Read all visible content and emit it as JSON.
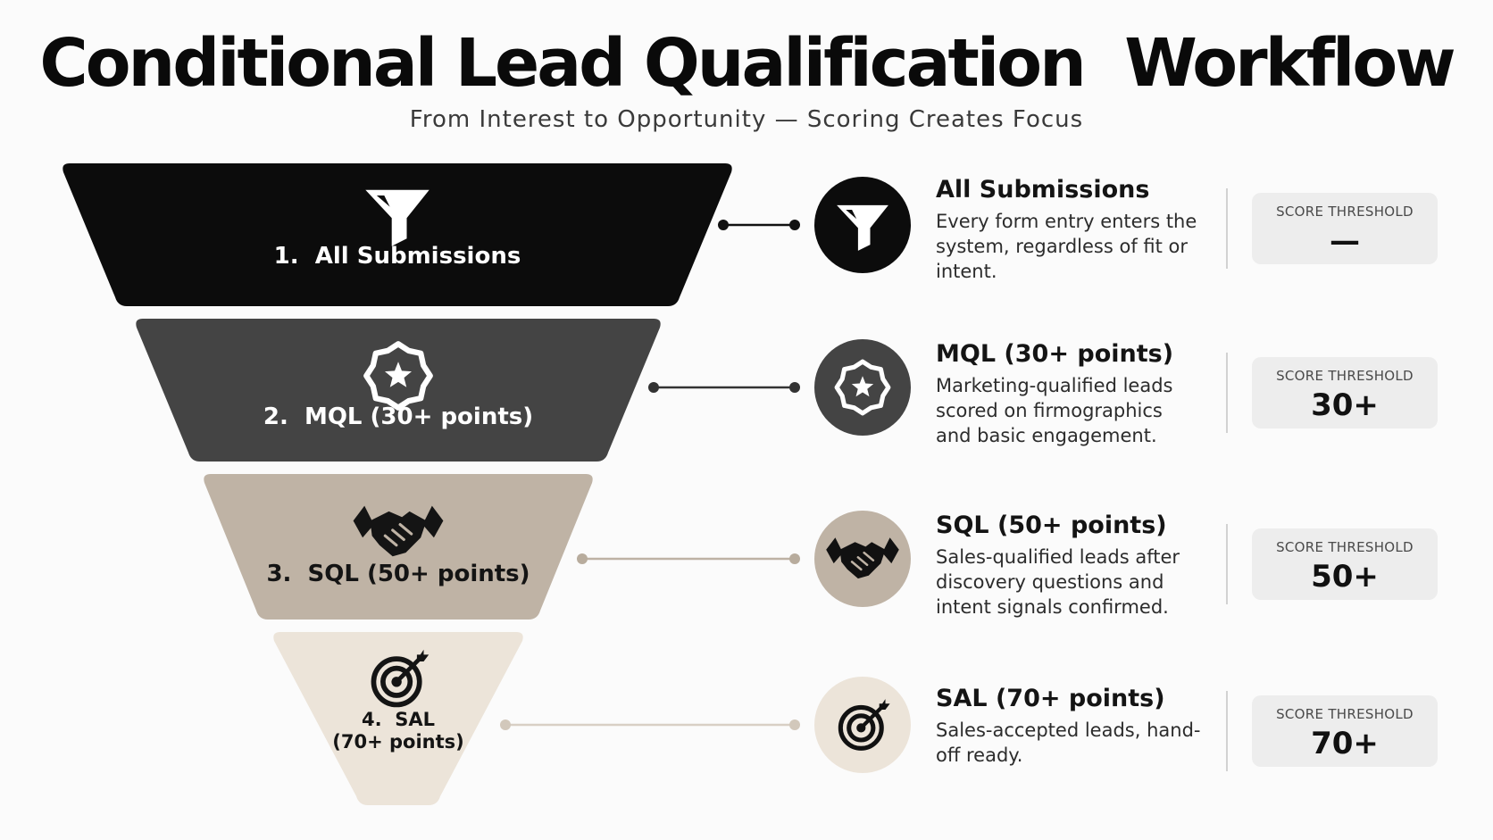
{
  "title": "Conditional Lead Qualification  Workflow",
  "subtitle": "From Interest to Opportunity  —  Scoring Creates Focus",
  "stages": [
    {
      "funnel_label": "1.  All Submissions",
      "icon": "funnel-icon",
      "color": "#0c0c0c",
      "text_color": "#ffffff",
      "title": "All Submissions",
      "description": "Every form entry enters the system, regardless of fit or intent.",
      "threshold_label": "SCORE THRESHOLD",
      "threshold_value": "—"
    },
    {
      "funnel_label": "2.  MQL (30+ points)",
      "icon": "badge-star-icon",
      "color": "#444444",
      "text_color": "#ffffff",
      "title": "MQL (30+ points)",
      "description": "Marketing-qualified leads scored on firmographics and basic engagement.",
      "threshold_label": "SCORE THRESHOLD",
      "threshold_value": "30+"
    },
    {
      "funnel_label": "3.  SQL (50+ points)",
      "icon": "handshake-icon",
      "color": "#bfb3a5",
      "text_color": "#141414",
      "title": "SQL (50+ points)",
      "description": "Sales-qualified leads after discovery questions and intent signals confirmed.",
      "threshold_label": "SCORE THRESHOLD",
      "threshold_value": "50+"
    },
    {
      "funnel_label": "4.  SAL\n(70+ points)",
      "icon": "target-icon",
      "color": "#ece4d9",
      "text_color": "#141414",
      "title": "SAL (70+ points)",
      "description": "Sales-accepted leads, hand-off ready.",
      "threshold_label": "SCORE THRESHOLD",
      "threshold_value": "70+"
    }
  ]
}
